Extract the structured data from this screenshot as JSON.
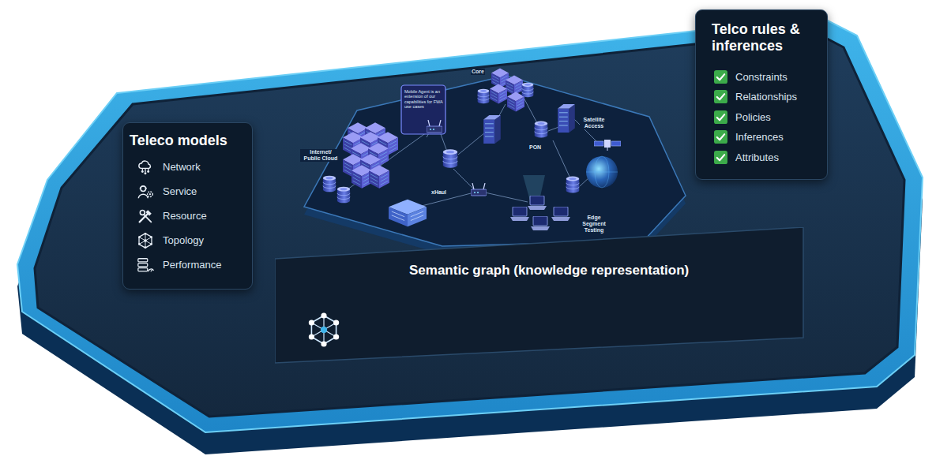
{
  "diagram": {
    "nodes": [
      {
        "text": [
          "Teleco models",
          "Network",
          "Service",
          "Resource",
          "Topology",
          "Performance"
        ]
      },
      {
        "text": [
          "Telco rules & inferences",
          "Constraints",
          "Relationships",
          "Policies",
          "Inferences",
          "Attributes"
        ]
      },
      {
        "text": [
          "Semantic graph (knowledge representation)"
        ]
      }
    ],
    "labels": [
      "Internet/ Public Cloud",
      "Core",
      "Mobile Agent is an extension of our capabilities for FWA use cases",
      "PON",
      "Satellite Access",
      "xHaul",
      "Edge Segment Testing"
    ]
  }
}
